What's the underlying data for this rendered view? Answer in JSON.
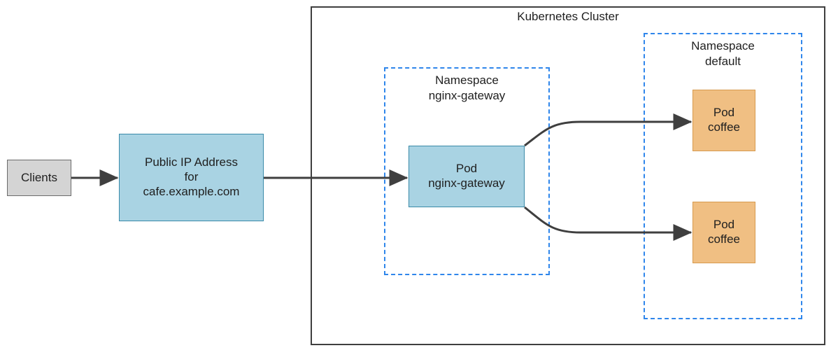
{
  "diagram": {
    "title": "Kubernetes Cluster",
    "cluster": {
      "label": "Kubernetes Cluster",
      "border_color": "#3f3f3f"
    },
    "namespaces": [
      {
        "id": "nginx-gateway",
        "label": "Namespace\nnginx-gateway",
        "line1": "Namespace",
        "line2": "nginx-gateway",
        "border_color": "#2f86eb",
        "style": "dashed"
      },
      {
        "id": "default",
        "label": "Namespace\ndefault",
        "line1": "Namespace",
        "line2": "default",
        "border_color": "#2f86eb",
        "style": "dashed"
      }
    ],
    "nodes": [
      {
        "id": "clients",
        "label": "Clients",
        "fill": "#d4d4d4",
        "stroke": "#6b6b6b"
      },
      {
        "id": "public-ip",
        "label": "Public IP Address\nfor\ncafe.example.com",
        "fill": "#a9d3e3",
        "stroke": "#3a8aa8"
      },
      {
        "id": "pod-nginx-gateway",
        "label": "Pod\nnginx-gateway",
        "fill": "#a9d3e3",
        "stroke": "#3a8aa8"
      },
      {
        "id": "pod-coffee-top",
        "label": "Pod\ncoffee",
        "fill": "#f0bf83",
        "stroke": "#d79a4e"
      },
      {
        "id": "pod-coffee-bottom",
        "label": "Pod\ncoffee",
        "fill": "#f0bf83",
        "stroke": "#d79a4e"
      }
    ],
    "edges": [
      {
        "id": "clients-to-public-ip",
        "from": "clients",
        "to": "public-ip",
        "style": "straight-arrow",
        "color": "#3f3f3f"
      },
      {
        "id": "public-ip-to-pod-nginx-gateway",
        "from": "public-ip",
        "to": "pod-nginx-gateway",
        "style": "straight-arrow",
        "color": "#3f3f3f"
      },
      {
        "id": "pod-nginx-gateway-to-pod-coffee-top",
        "from": "pod-nginx-gateway",
        "to": "pod-coffee-top",
        "style": "curved-arrow",
        "color": "#3f3f3f"
      },
      {
        "id": "pod-nginx-gateway-to-pod-coffee-bottom",
        "from": "pod-nginx-gateway",
        "to": "pod-coffee-bottom",
        "style": "curved-arrow",
        "color": "#3f3f3f"
      }
    ]
  }
}
